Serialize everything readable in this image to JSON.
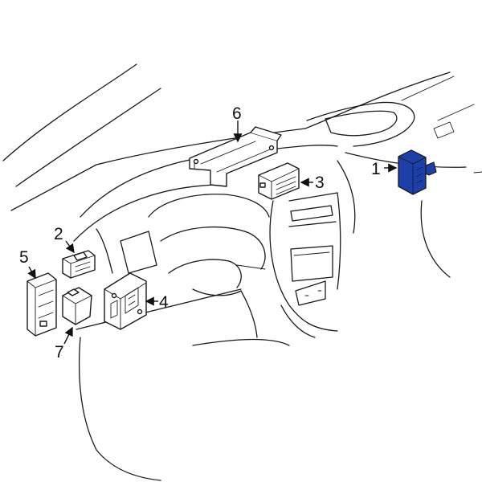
{
  "diagram": {
    "highlight_color": "#1f3fa8",
    "callouts": [
      {
        "id": "1",
        "label": "1"
      },
      {
        "id": "2",
        "label": "2"
      },
      {
        "id": "3",
        "label": "3"
      },
      {
        "id": "4",
        "label": "4"
      },
      {
        "id": "5",
        "label": "5"
      },
      {
        "id": "6",
        "label": "6"
      },
      {
        "id": "7",
        "label": "7"
      }
    ]
  }
}
